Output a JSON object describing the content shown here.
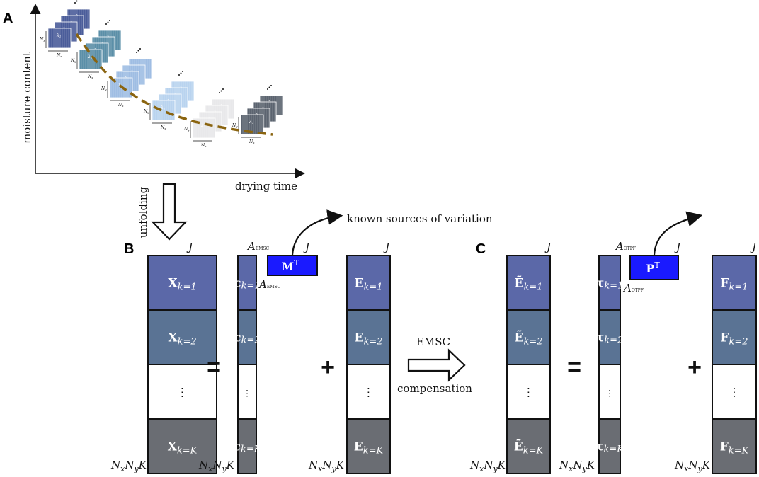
{
  "panels": {
    "a": "A",
    "b": "B",
    "c": "C"
  },
  "axes": {
    "y_label": "moisture content",
    "x_label": "drying time"
  },
  "arrows": {
    "unfolding": "unfolding",
    "emsc_top": "EMSC",
    "emsc_bottom": "compensation"
  },
  "annotation": {
    "known_sources": "known sources of variation"
  },
  "operators": {
    "equals": "=",
    "plus": "+"
  },
  "stack_labels": {
    "ny": "N",
    "ny_sub": "y",
    "nx": "N",
    "nx_sub": "x",
    "l1": "λ",
    "l1_sub": "1",
    "l2": "λ",
    "l2_sub": "2",
    "l3": "λ",
    "l3_sub": "3",
    "l4": "λ",
    "l4_sub": "4"
  },
  "dims": {
    "J": "J",
    "rows_main": "N",
    "rows_x": "x",
    "rows_n2": "N",
    "rows_y": "y",
    "rows_k": "K",
    "a_emsc": "A",
    "a_emsc_sub": "EMSC",
    "a_otpf": "A",
    "a_otpf_sub": "OTPF"
  },
  "blocks": {
    "X": {
      "letter": "X",
      "rows": [
        "k=1",
        "k=2",
        "⋮",
        "k=K"
      ]
    },
    "C": {
      "letter": "c",
      "rows": [
        "k=1",
        "k=2",
        "⋮",
        "k=K"
      ]
    },
    "E": {
      "letter": "E",
      "rows": [
        "k=1",
        "k=2",
        "⋮",
        "k=K"
      ]
    },
    "Et": {
      "letter": "Ẽ",
      "rows": [
        "k=1",
        "k=2",
        "⋮",
        "k=K"
      ]
    },
    "T": {
      "letter": "τ",
      "rows": [
        "k=1",
        "k=2",
        "⋮",
        "k=K"
      ]
    },
    "F": {
      "letter": "F",
      "rows": [
        "k=1",
        "k=2",
        "⋮",
        "k=K"
      ]
    }
  },
  "loadings": {
    "M": "M",
    "M_sup": "T",
    "P": "P",
    "P_sup": "T"
  },
  "colors": {
    "row1": "#5b68a8",
    "row2": "#5a7394",
    "row3": "#ffffff",
    "row4": "#6a6d73",
    "loading": "#1a1aff",
    "trend": "#8a6410",
    "stack_dark_blue": "#4b5d9a",
    "stack_teal": "#5b8fa8",
    "stack_light_blue": "#9fbde3",
    "stack_pale_blue": "#b9d3ef",
    "stack_white": "#e8e8ea",
    "stack_grey": "#5c6470"
  }
}
